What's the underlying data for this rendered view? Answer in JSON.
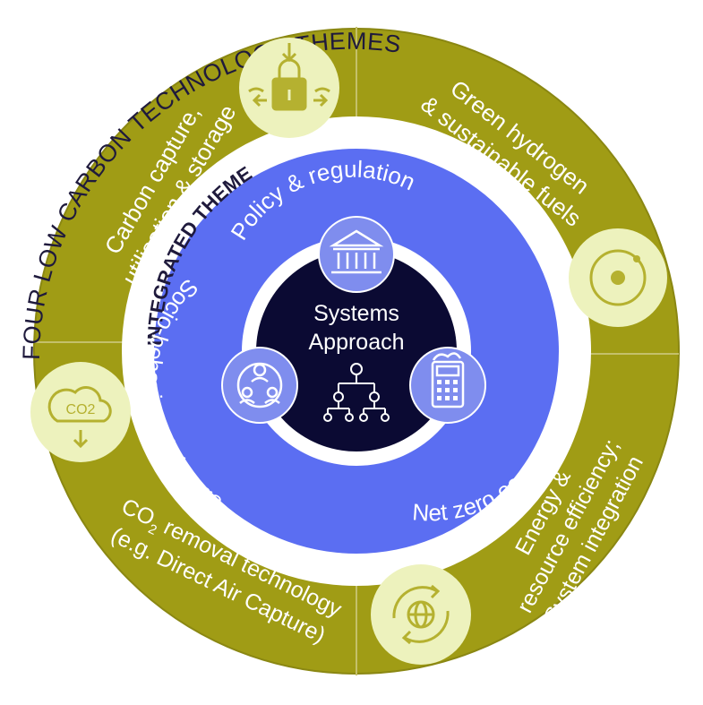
{
  "outer_title": "FOUR LOW CARBON TECHNOLOGY THEMES",
  "inner_title": "INTEGRATED THEME",
  "center": {
    "line1": "Systems",
    "line2": "Approach",
    "icon": "hierarchy-icon"
  },
  "low_carbon_themes": [
    {
      "line1": "Carbon capture,",
      "line2": "utilisation & storage",
      "icon": "lock-icon"
    },
    {
      "line1": "Green hydrogen",
      "line2": "& sustainable fuels",
      "icon": "atom-icon"
    },
    {
      "line1": "Energy &",
      "line2": "resource efficiency;",
      "line3": "System integration",
      "icon": "globe-cycle-icon"
    },
    {
      "line1_prefix": "CO",
      "line1_sub": "2",
      "line1_suffix": " removal technology",
      "line2": "(e.g. Direct Air Capture)",
      "icon": "co2-cloud-icon",
      "icon_text": "CO2"
    }
  ],
  "integrated_themes": [
    {
      "label": "Policy & regulation",
      "icon": "government-building-icon"
    },
    {
      "label": "Net zero economics",
      "icon": "calculator-icon"
    },
    {
      "label": "Socio-behavioural change",
      "icon": "people-network-icon"
    }
  ],
  "colors": {
    "olive": "#a09c15",
    "olive_border": "#8a8712",
    "icon_circle": "#edf2bd",
    "blue": "#5b6ef2",
    "icon_blue": "#7f8dee",
    "navy": "#0b0a33",
    "white": "#ffffff"
  }
}
